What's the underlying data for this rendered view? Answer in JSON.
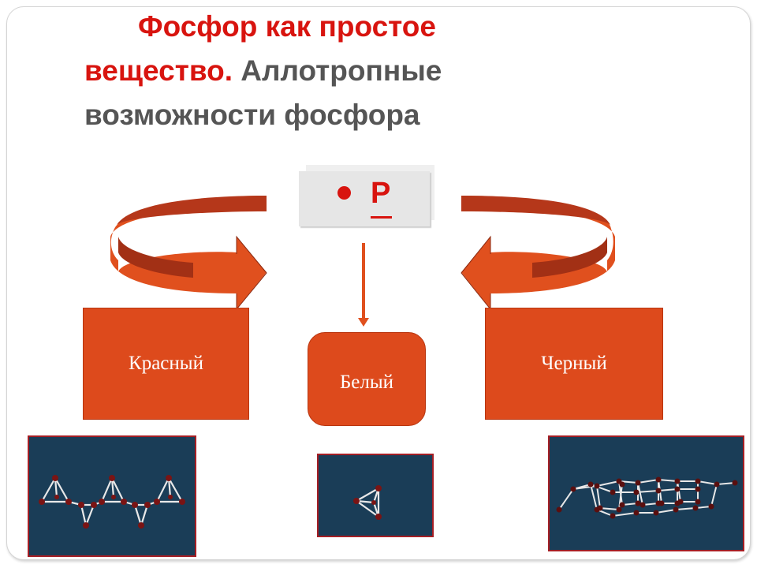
{
  "slide": {
    "title_red": "Фосфор как простое вещество.",
    "title_gray": "Аллотропные возможности фосфора"
  },
  "center": {
    "bullet": "•",
    "element": "P"
  },
  "allotropes": {
    "red": "Красный",
    "white": "Белый",
    "black": "Черный"
  },
  "structures": {
    "red": "red-phosphorus-chain-structure",
    "white": "white-phosphorus-tetrahedron-structure",
    "black": "black-phosphorus-layered-structure"
  },
  "colors": {
    "title_red": "#d8140f",
    "title_gray": "#555555",
    "box_fill": "#dd4a1c",
    "structure_bg": "#1a3d57",
    "structure_border": "#a51e24"
  }
}
